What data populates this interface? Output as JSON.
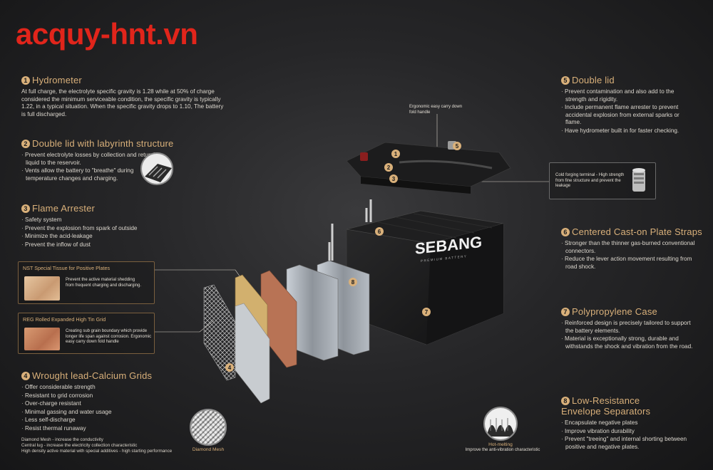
{
  "watermark": "acquy-hnt.vn",
  "brand": {
    "logo": "SEBANG",
    "tagline": "PREMIUM BATTERY"
  },
  "colors": {
    "accent": "#d9b07a",
    "watermark": "#e1251b",
    "background": "#262628"
  },
  "sections": {
    "s1": {
      "num": "1",
      "title": "Hydrometer",
      "body": "At full charge, the electrolyte specific gravity is 1.28 while at 50% of charge considered the minimum serviceable condition, the specific gravity is typically 1.22, in a typical situation. When the specific gravity drops to 1.10, The battery is full discharged."
    },
    "s2": {
      "num": "2",
      "title": "Double lid with labyrinth structure",
      "items": [
        "Prevent electrolyte losses by collection and returning liquid to the reservoir.",
        "Vents allow the battery to \"breathe\" during temperature changes and charging."
      ]
    },
    "s3": {
      "num": "3",
      "title": "Flame Arrester",
      "items": [
        "Safety system",
        "Prevent the explosion from spark of outside",
        "Minimize the acid-leakage",
        "Prevent the inflow of dust"
      ]
    },
    "s4": {
      "num": "4",
      "title": "Wrought lead-Calcium Grids",
      "items": [
        "Offer considerable strength",
        "Resistant to grid corrosion",
        "Over-charge resistant",
        "Minimal gassing and water usage",
        "Less self-discharge",
        "Resist thermal runaway"
      ],
      "notes": [
        "Diamond Mesh - increase the conductivity",
        "Central lug - increase the electricity collection characteristic",
        "High density active material with special additives - high starting performance"
      ]
    },
    "s5": {
      "num": "5",
      "title": "Double lid",
      "items": [
        "Prevent contamination and also add to the strength and rigidity.",
        "Include permanent flame arrester to prevent accidental explosion from external sparks or flame.",
        "Have hydrometer built in for faster checking."
      ]
    },
    "s6": {
      "num": "6",
      "title": "Centered Cast-on Plate Straps",
      "items": [
        "Stronger than the thinner gas-burned conventional connectors.",
        "Reduce the lever action movement resulting from road shock."
      ]
    },
    "s7": {
      "num": "7",
      "title": "Polypropylene Case",
      "items": [
        "Reinforced design is precisely tailored to support the battery elements.",
        "Material is exceptionally strong, durable and withstands the shock and vibration from the road."
      ]
    },
    "s8": {
      "num": "8",
      "title": "Low-Resistance",
      "title2": "Envelope Separators",
      "items": [
        "Encapsulate negative plates",
        "Improve vibration durability",
        "Prevent \"treeing\" and internal shorting between positive and negative plates."
      ]
    }
  },
  "callouts": {
    "nst": {
      "title": "NST Special Tissue for Positive Plates",
      "text": "Prevent the active material shedding from frequent charging and discharging."
    },
    "reg": {
      "title": "REG Rolled Expanded High Tin Grid",
      "text": "Creating sub grain boundary which provide longer life span against corrosion. Ergonomic easy carry down fold handle"
    },
    "handle": "Ergonomic easy carry down fold handle",
    "terminal": "Cold forging terminal - High strength from fine structure and prevent the leakage",
    "diamond": "Diamond Mesh",
    "hotmelt_title": "Hot-melting",
    "hotmelt_text": "Improve the anti-vibration characteristic"
  },
  "markers": {
    "m1": "1",
    "m2": "2",
    "m3": "3",
    "m4": "4",
    "m5": "5",
    "m6": "6",
    "m7": "7",
    "m8": "8"
  }
}
